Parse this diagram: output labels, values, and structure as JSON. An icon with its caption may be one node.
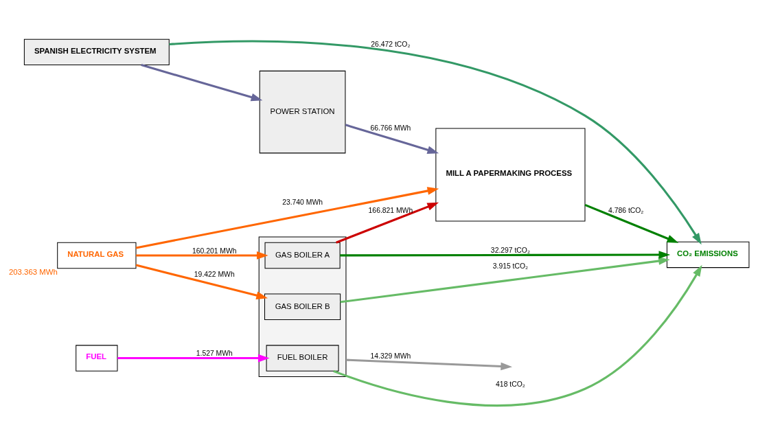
{
  "diagram": {
    "nodes": [
      {
        "text": [
          "CO₂ EMISSIONS"
        ]
      },
      {
        "text": [
          "SPANISH ELECTRICITY SYSTEM"
        ]
      },
      {
        "text": [
          "FUEL"
        ]
      },
      {
        "text": [],
        "shape": "box"
      },
      {
        "text": [
          "FUEL BOILER"
        ],
        "in": 3
      },
      {
        "text": [
          "GAS BOILER B"
        ],
        "in": 3
      },
      {
        "text": [
          "GAS BOILER A"
        ],
        "in": 3
      },
      {
        "text": [
          "MILL A PAPERMAKING PROCESS"
        ]
      },
      {
        "text": [
          "POWER STATION"
        ]
      },
      {
        "text": [
          "NATURAL GAS"
        ],
        "beside": [
          "203.363 MWh"
        ]
      }
    ],
    "edges": [
      {
        "from": 4,
        "to": 0,
        "arrow": "to",
        "label": "418 tCO₂",
        "color": "#66bb66"
      },
      {
        "from": 5,
        "to": 0,
        "arrow": "to",
        "label": "3.915 tCO₂",
        "color": "#66bb66"
      },
      {
        "from": 6,
        "to": 0,
        "arrow": "to",
        "label": "32.297 tCO₂",
        "color": "#008000"
      },
      {
        "from": 7,
        "to": 0,
        "arrow": "to",
        "label": "4.786 tCO₂",
        "color": "#008000"
      },
      {
        "from": 1,
        "to": 0,
        "arrow": "to",
        "label": "26.472 tCO₂",
        "color": "#339966"
      },
      {
        "from": 3,
        "to": null,
        "arrow": "to",
        "label": "14.329 MWh",
        "color": "#999999"
      },
      {
        "from": 2,
        "to": 4,
        "arrow": "to",
        "label": "1.527 MWh",
        "color": "#ff00ff"
      },
      {
        "from": 9,
        "to": 5,
        "arrow": "to",
        "label": "19.422 MWh",
        "color": "#ff6600"
      },
      {
        "from": 9,
        "to": 6,
        "arrow": "to",
        "label": "160.201 MWh",
        "color": "#ff6600"
      },
      {
        "from": 9,
        "to": 7,
        "arrow": "to",
        "label": "23.740 MWh",
        "color": "#ff6600"
      },
      {
        "from": 6,
        "to": 7,
        "arrow": "to",
        "label": "166.821 MWh",
        "color": "#cc0000"
      },
      {
        "from": 1,
        "to": 8,
        "arrow": "to",
        "color": "#666699"
      },
      {
        "from": 8,
        "to": 7,
        "arrow": "to",
        "label": "66.766 MWh",
        "color": "#666699"
      }
    ]
  }
}
